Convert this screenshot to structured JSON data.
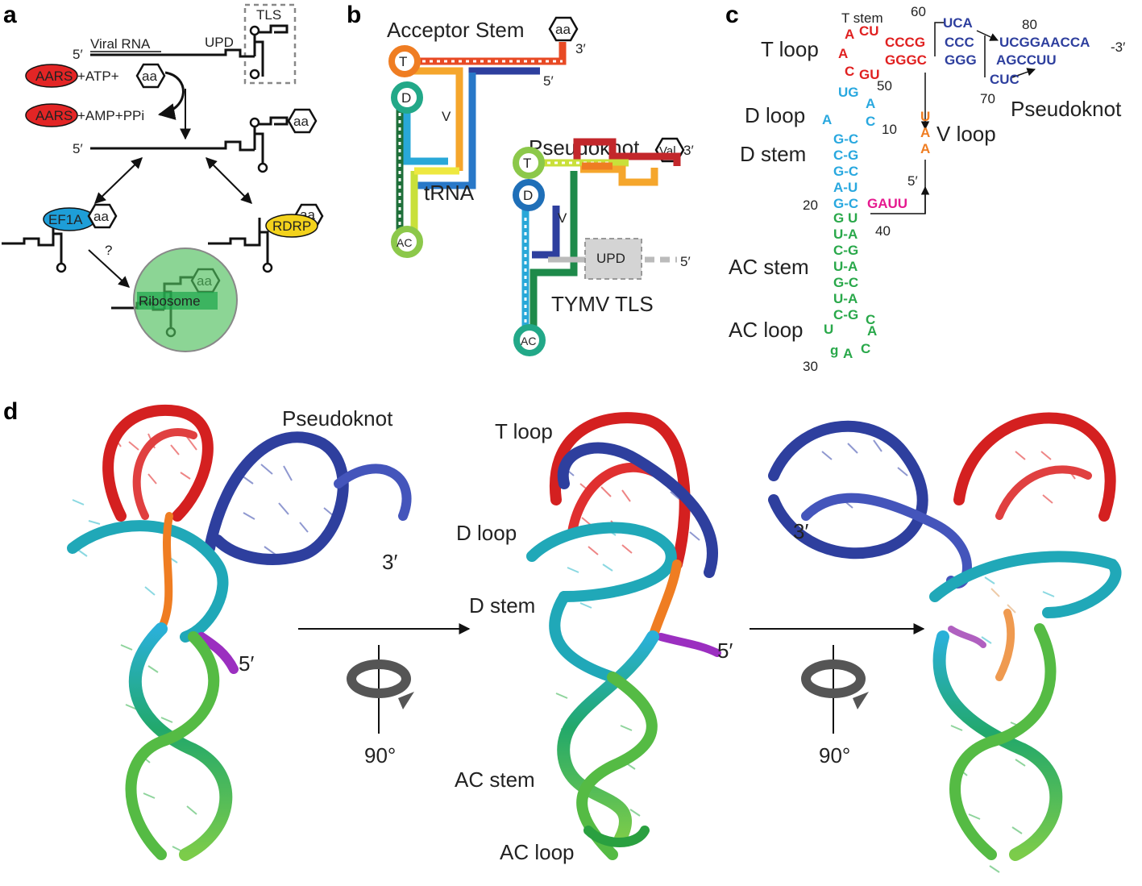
{
  "colors": {
    "t_loop": "#e02020",
    "acceptor_3p": "#2e3f9e",
    "d_arm": "#29a8df",
    "ac_arm": "#29a84a",
    "v_loop": "#ef7d22",
    "five_prime": "#e6198f",
    "ef1a": "#1e9ed8",
    "aars": "#e32525",
    "rdrp": "#f3d21c",
    "ribosome": "#4fbf5c"
  },
  "panel_a": {
    "label": "a",
    "tls": "TLS",
    "viral_rna": "Viral RNA",
    "upd": "UPD",
    "five_prime_1": "5′",
    "five_prime_2": "5′",
    "aars_1": "AARS",
    "plus_atp": "+ATP+",
    "aa_1": "aa",
    "aars_2": "AARS",
    "plus_amp": "+AMP+PPi",
    "aa_2": "aa",
    "ef1a": "EF1A",
    "aa_3": "aa",
    "rdrp": "RDRP",
    "aa_4": "aa",
    "question": "?",
    "ribosome": "Ribosome",
    "aa_5": "aa"
  },
  "panel_b": {
    "label": "b",
    "acceptor_stem": "Acceptor Stem",
    "aa": "aa",
    "three_prime_1": "3′",
    "five_prime_1": "5′",
    "t_1": "T",
    "d_1": "D",
    "v_1": "V",
    "trna": "tRNA",
    "ac_1": "AC",
    "pseudoknot": "Pseudoknot",
    "val": "Val",
    "three_prime_2": "3′",
    "t_2": "T",
    "d_2": "D",
    "v_2": "V",
    "upd": "UPD",
    "five_prime_2": "5′",
    "tymv_tls": "TYMV TLS",
    "ac_2": "AC"
  },
  "panel_c": {
    "label": "c",
    "t_stem": "T stem",
    "t_loop": "T loop",
    "d_loop": "D loop",
    "d_stem": "D stem",
    "v_loop": "V loop",
    "ac_stem": "AC stem",
    "ac_loop": "AC loop",
    "pseudoknot": "Pseudoknot",
    "three_prime": "-3′",
    "five_prime": "5′",
    "n60": "60",
    "n80": "80",
    "n50": "50",
    "n70": "70",
    "n10": "10",
    "n20": "20",
    "n40": "40",
    "n30": "30",
    "seq_tloop_a1": "A",
    "seq_tloop_cu": "CU",
    "seq_tloop_a2": "A",
    "seq_tloop_c": "C",
    "seq_tloop_gu": "GU",
    "seq_cccg": "CCCG",
    "seq_gggc": "GGGC",
    "seq_uca": "UCA",
    "seq_ccc": "CCC",
    "seq_ggg": "GGG",
    "seq_ucggaacca": "UCGGAACCA",
    "seq_agccuu": "AGCCUU",
    "seq_cuc": "CUC",
    "seq_ug": "UG",
    "seq_dloop_a1": "A",
    "seq_dloop_a2": "A",
    "seq_dloop_c": "C",
    "seq_d1": "G-C",
    "seq_d2": "C-G",
    "seq_d3": "G-C",
    "seq_d4": "A-U",
    "seq_d5": "G-C",
    "seq_gauu": "GAUU",
    "seq_v_u": "U",
    "seq_v_a1": "A",
    "seq_v_a2": "A",
    "seq_gu": "G U",
    "seq_ac1": "U-A",
    "seq_ac2": "C-G",
    "seq_ac3": "U-A",
    "seq_ac4": "G-C",
    "seq_ac5": "U-A",
    "seq_ac6": "C-G",
    "seq_acl_u": "U",
    "seq_acl_g": "g",
    "seq_acl_a": "A",
    "seq_acl_c1": "C",
    "seq_acl_c2": "C",
    "seq_acl_a2": "A"
  },
  "panel_d": {
    "label": "d",
    "pseudoknot": "Pseudoknot",
    "three_prime_1": "3′",
    "five_prime_1": "5′",
    "t_loop": "T loop",
    "d_loop": "D loop",
    "d_stem": "D stem",
    "ac_stem": "AC stem",
    "ac_loop": "AC loop",
    "five_prime_2": "5′",
    "three_prime_2": "3′",
    "rotation_1": "90°",
    "rotation_2": "90°"
  }
}
